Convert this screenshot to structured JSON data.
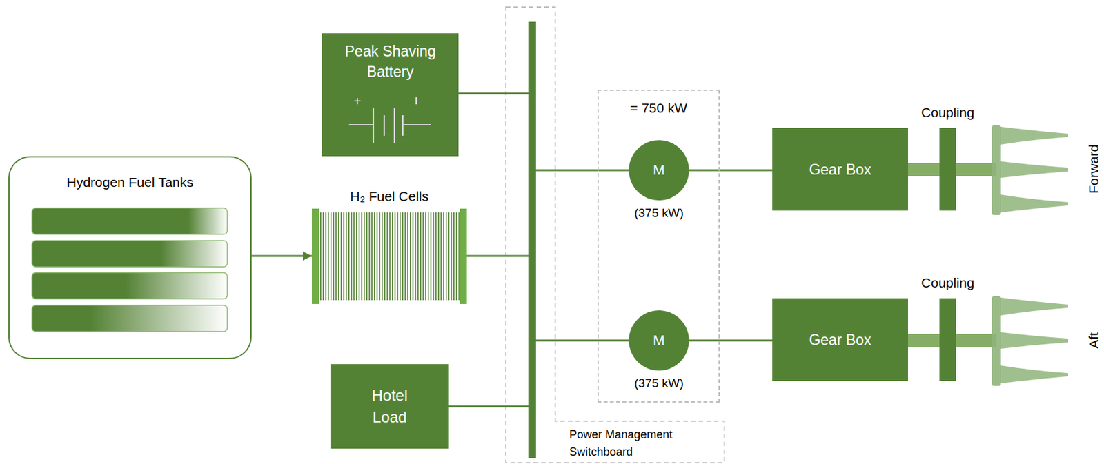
{
  "diagram": {
    "nodes": [
      {
        "text": [
          "Hydrogen Fuel Tanks"
        ]
      },
      {
        "text": [
          "Peak Shaving Battery"
        ]
      },
      {
        "text": [
          "H₂ Fuel Cells"
        ]
      },
      {
        "text": [
          "Hotel Load"
        ]
      },
      {
        "text": [
          "Power Management Switchboard"
        ]
      },
      {
        "text": [
          "= 750 kW"
        ]
      },
      {
        "text": [
          "M",
          "(375 kW)"
        ],
        "in": 5
      },
      {
        "text": [
          "M",
          "(375 kW)"
        ],
        "in": 5
      },
      {
        "text": [
          "Gear Box"
        ]
      },
      {
        "text": [
          "Gear Box"
        ]
      },
      {
        "text": [
          "Coupling"
        ]
      },
      {
        "text": [
          "Coupling"
        ]
      }
    ],
    "edges": [
      {
        "from": 0,
        "to": 2,
        "arrow": "to"
      },
      {
        "from": 1,
        "to": 4,
        "arrow": "none"
      },
      {
        "from": 2,
        "to": 4,
        "arrow": "none"
      },
      {
        "from": 3,
        "to": 4,
        "arrow": "none"
      },
      {
        "from": 4,
        "to": 6,
        "arrow": "none"
      },
      {
        "from": 4,
        "to": 7,
        "arrow": "none"
      },
      {
        "from": 6,
        "to": 8,
        "arrow": "none"
      },
      {
        "from": 7,
        "to": 9,
        "arrow": "none"
      },
      {
        "from": 8,
        "to": 10,
        "arrow": "none"
      },
      {
        "from": 9,
        "to": 11,
        "arrow": "none"
      }
    ],
    "labels": [
      "+",
      "Forward",
      "Aft"
    ]
  }
}
